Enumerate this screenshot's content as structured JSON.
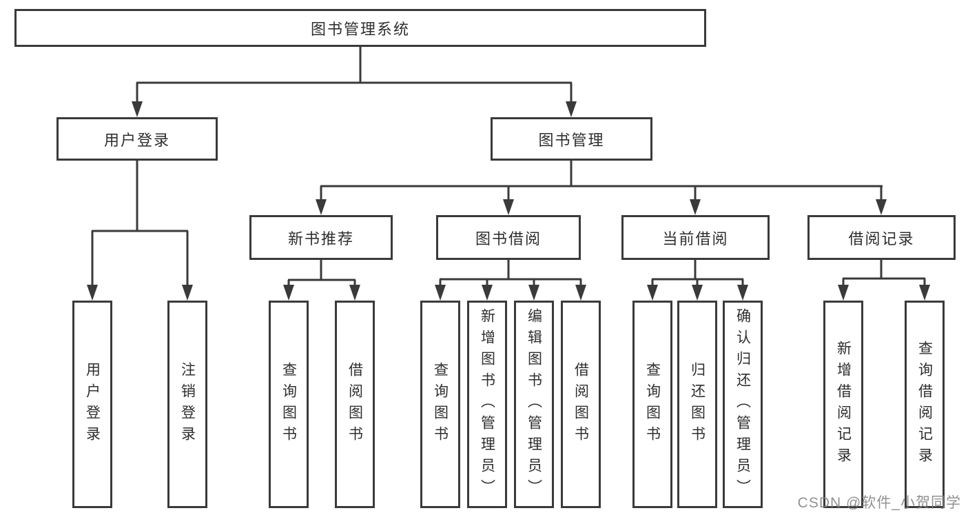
{
  "diagram": {
    "root": "图书管理系统",
    "branches": [
      {
        "label": "用户登录",
        "children": [
          {
            "label": "用户登录"
          },
          {
            "label": "注销登录"
          }
        ]
      },
      {
        "label": "图书管理",
        "sections": [
          {
            "label": "新书推荐",
            "children": [
              {
                "label": "查询图书"
              },
              {
                "label": "借阅图书"
              }
            ]
          },
          {
            "label": "图书借阅",
            "children": [
              {
                "label": "查询图书"
              },
              {
                "label": "新增图书（管理员）"
              },
              {
                "label": "编辑图书（管理员）"
              },
              {
                "label": "借阅图书"
              }
            ]
          },
          {
            "label": "当前借阅",
            "children": [
              {
                "label": "查询图书"
              },
              {
                "label": "归还图书"
              },
              {
                "label": "确认归还（管理员）"
              }
            ]
          },
          {
            "label": "借阅记录",
            "children": [
              {
                "label": "新增借阅记录"
              },
              {
                "label": "查询借阅记录"
              }
            ]
          }
        ]
      }
    ]
  },
  "watermark": "CSDN @软件_小贺同学",
  "colors": {
    "line": "#3a3a3a",
    "box_border": "#3a3a3a",
    "text": "#2e2e2e",
    "watermark": "#828282",
    "background": "#ffffff"
  }
}
